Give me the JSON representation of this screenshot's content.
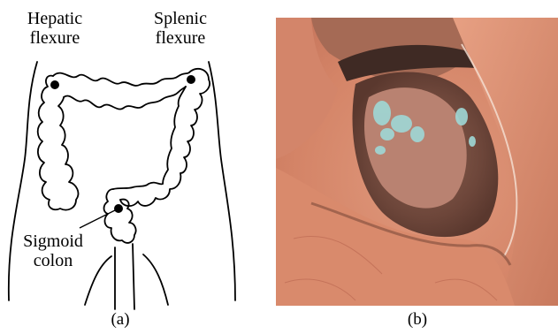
{
  "panel_a": {
    "labels": {
      "hepatic": [
        "Hepatic",
        "flexure"
      ],
      "splenic": [
        "Splenic",
        "flexure"
      ],
      "sigmoid": [
        "Sigmoid",
        "colon"
      ]
    },
    "caption": "(a)"
  },
  "panel_b": {
    "caption": "(b)",
    "colors": {
      "tissue": "#d88a6d",
      "tissue_dark": "#7a4c3e",
      "shadow": "#4a3028",
      "highlight": "#9fd8d6"
    }
  }
}
